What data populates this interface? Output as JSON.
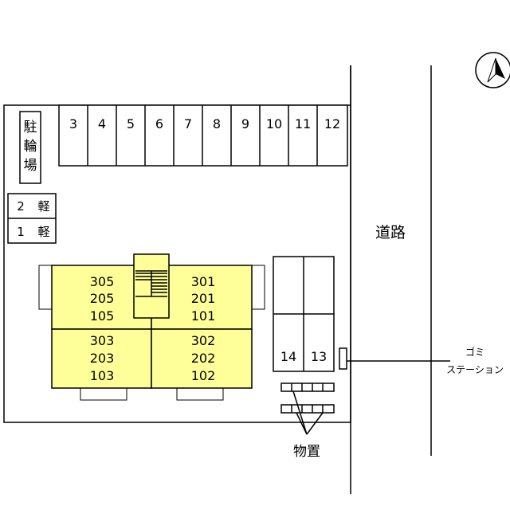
{
  "bicycle_parking": [
    "駐",
    "輪",
    "場"
  ],
  "parking_spaces_top": [
    "3",
    "4",
    "5",
    "6",
    "7",
    "8",
    "9",
    "10",
    "11",
    "12"
  ],
  "light_spaces": [
    {
      "number": "2",
      "label": "軽"
    },
    {
      "number": "1",
      "label": "軽"
    }
  ],
  "building": {
    "left_upper": [
      "305",
      "205",
      "105"
    ],
    "right_upper": [
      "301",
      "201",
      "101"
    ],
    "left_lower": [
      "303",
      "203",
      "103"
    ],
    "right_lower": [
      "302",
      "202",
      "102"
    ],
    "fill_color": "#ffff99"
  },
  "parking_spaces_right": [
    "14",
    "13"
  ],
  "road_label": "道路",
  "garbage_station": [
    "ゴミ",
    "ステーション"
  ],
  "storage_label": "物置",
  "compass": "north-arrow"
}
